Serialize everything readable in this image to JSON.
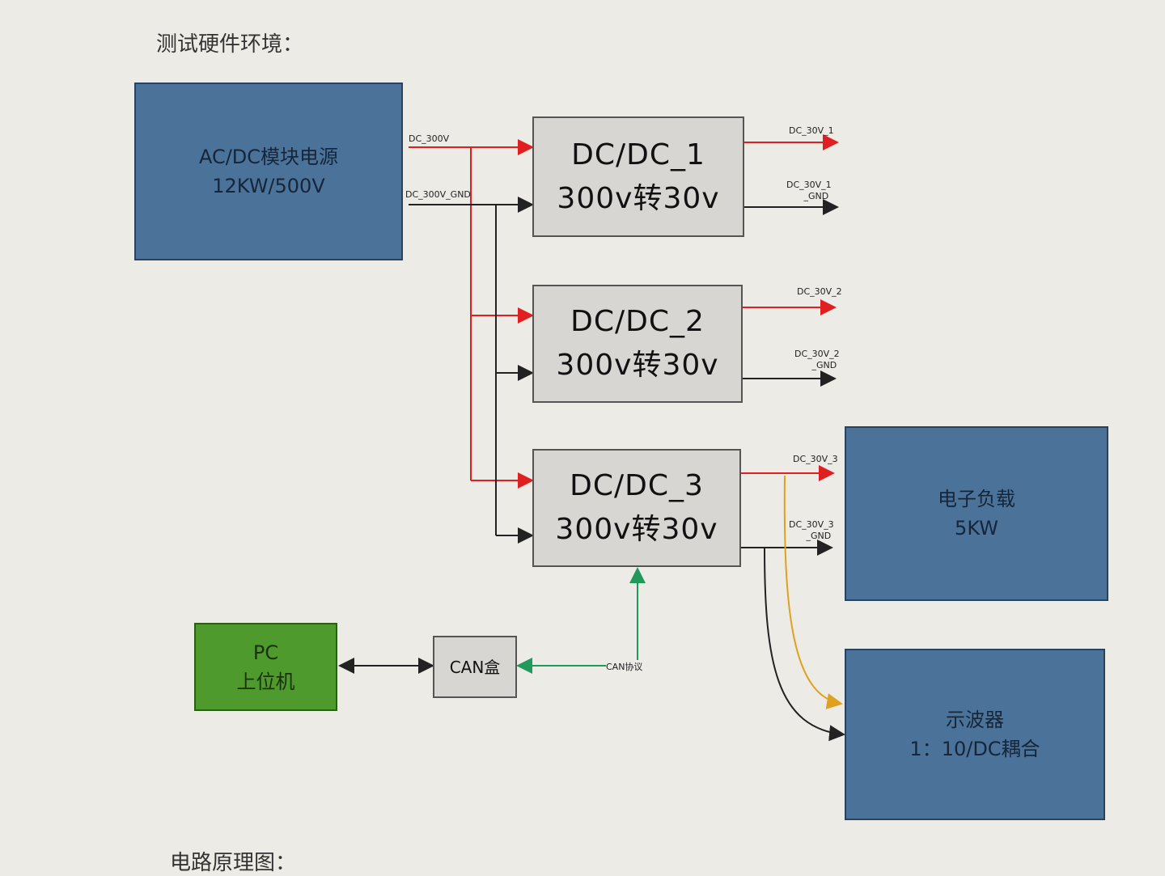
{
  "headings": {
    "top": "测试硬件环境：",
    "bottom": "电路原理图："
  },
  "blocks": {
    "acdc": {
      "line1": "AC/DC模块电源",
      "line2": "12KW/500V"
    },
    "dcdc1": {
      "line1": "DC/DC_1",
      "line2": "300v转30v"
    },
    "dcdc2": {
      "line1": "DC/DC_2",
      "line2": "300v转30v"
    },
    "dcdc3": {
      "line1": "DC/DC_3",
      "line2": "300v转30v"
    },
    "load": {
      "line1": "电子负载",
      "line2": "5KW"
    },
    "scope": {
      "line1": "示波器",
      "line2": "1：10/DC耦合"
    },
    "pc": {
      "line1": "PC",
      "line2": "上位机"
    },
    "can": {
      "label": "CAN盒"
    }
  },
  "signals": {
    "dc_300v": "DC_300V",
    "dc_300v_gnd": "DC_300V_GND",
    "out1": "DC_30V_1",
    "out1_gnd_a": "DC_30V_1",
    "out1_gnd_b": "_GND",
    "out2": "DC_30V_2",
    "out2_gnd_a": "DC_30V_2",
    "out2_gnd_b": "_GND",
    "out3": "DC_30V_3",
    "out3_gnd_a": "DC_30V_3",
    "out3_gnd_b": "_GND",
    "can_protocol": "CAN协议"
  },
  "colors": {
    "positive_line": "#e02020",
    "ground_line": "#222222",
    "can_line": "#1f9a5a",
    "probe_line": "#e0a020"
  }
}
